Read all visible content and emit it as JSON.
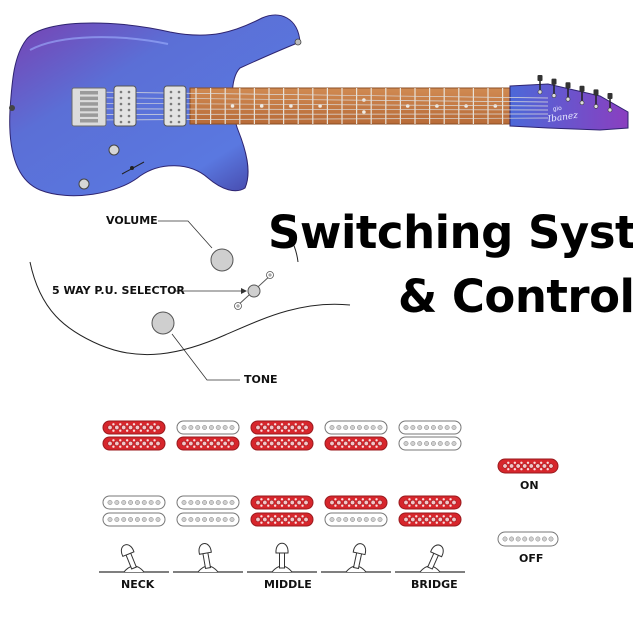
{
  "title": {
    "line1": "Switching System",
    "line2": "& Controls"
  },
  "guitar": {
    "headstock_logo": "Ibanez",
    "headstock_sub": "gio",
    "body_color": "#5b6fd6",
    "body_color_dark": "#4a3fa8",
    "neck_color": "#c77a45",
    "icon": "electric-guitar-icon"
  },
  "controls": {
    "volume_label": "VOLUME",
    "selector_label": "5 WAY P.U. SELECTOR",
    "tone_label": "TONE"
  },
  "positions": [
    {
      "label": "",
      "neck": [
        true,
        true
      ],
      "bridge": [
        false,
        false
      ],
      "lever": "neck"
    },
    {
      "label": "",
      "neck": [
        false,
        true
      ],
      "bridge": [
        false,
        false
      ],
      "lever": "neck-middle"
    },
    {
      "label": "",
      "neck": [
        true,
        true
      ],
      "bridge": [
        true,
        true
      ],
      "lever": "middle"
    },
    {
      "label": "",
      "neck": [
        false,
        true
      ],
      "bridge": [
        true,
        false
      ],
      "lever": "middle-bridge"
    },
    {
      "label": "",
      "neck": [
        false,
        false
      ],
      "bridge": [
        true,
        true
      ],
      "lever": "bridge"
    }
  ],
  "position_labels": [
    "NECK",
    "MIDDLE",
    "BRIDGE"
  ],
  "legend": {
    "on_label": "ON",
    "off_label": "OFF",
    "on_color": "#d7262c",
    "off_color": "#ffffff"
  }
}
